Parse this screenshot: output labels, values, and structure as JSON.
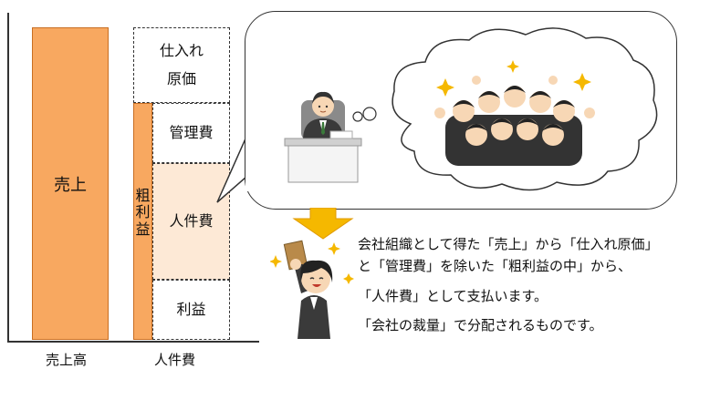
{
  "chart": {
    "sales_bar_label": "売上",
    "cogs_label": "仕入れ\n原価",
    "management_cost_label": "管理費",
    "personnel_cost_label": "人件費",
    "profit_label": "利益",
    "gross_profit_label": "粗\n利\n益",
    "x_label_revenue": "売上高",
    "x_label_personnel": "人件費"
  },
  "colors": {
    "bar_orange": "#f8a860",
    "personnel_fill": "#fde9d6",
    "arrow_yellow": "#f5b800"
  },
  "caption": {
    "line1": "会社組織として得た「売上」から「仕入れ原価」",
    "line2": "と「管理費」を除いた「粗利益の中」から、",
    "line3": "「人件費」として支払います。",
    "line4": "「会社の裁量」で分配されるものです。"
  },
  "illustrations": {
    "executive": "executive-at-desk-icon",
    "employees": "cheering-employees-icon",
    "pay_envelope": "woman-with-pay-envelope-icon"
  }
}
